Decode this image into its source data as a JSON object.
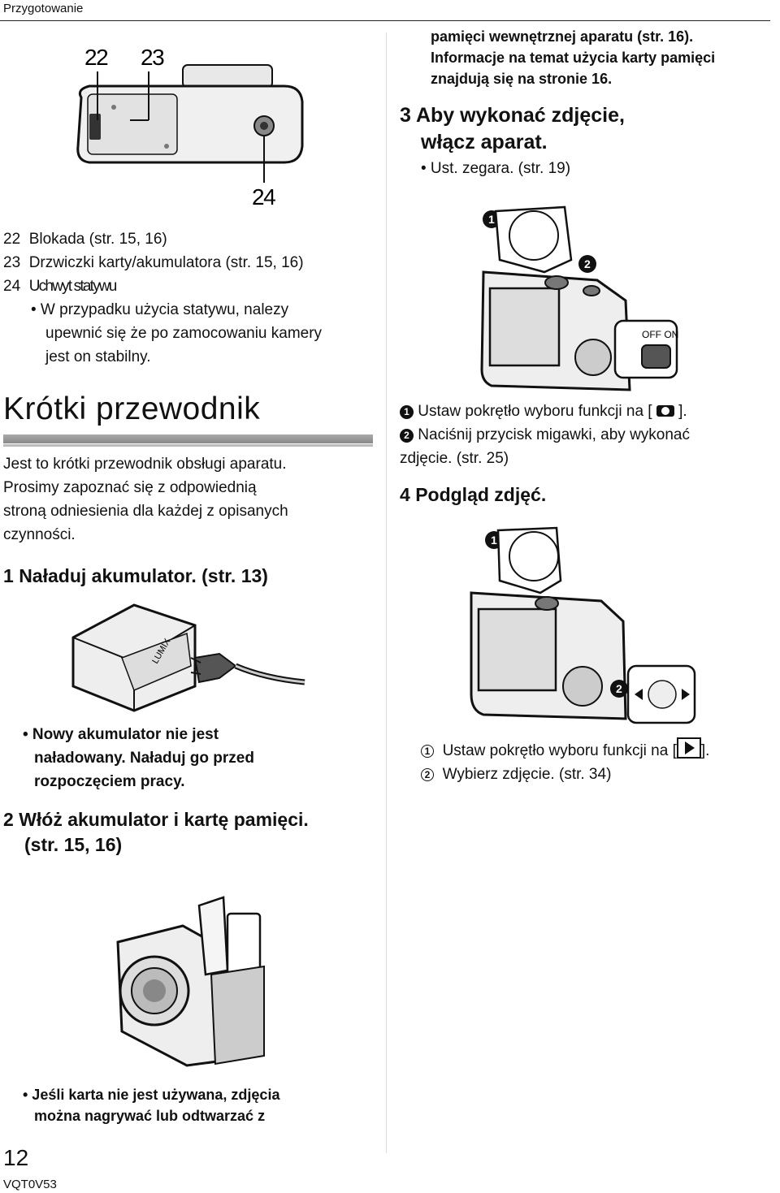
{
  "header": {
    "section": "Przygotowanie"
  },
  "figure_top": {
    "label_22": "22",
    "label_23": "23",
    "label_24": "24"
  },
  "parts": [
    {
      "num": "22",
      "text": "Blokada (str. 15, 16)"
    },
    {
      "num": "23",
      "text": "Drzwiczki karty/akumulatora (str. 15, 16)"
    },
    {
      "num": "24",
      "text": "Uchwyt statywu"
    }
  ],
  "tripod_note": [
    "• W przypadku użycia statywu, nalezy",
    "upewnić się że po zamocowaniu kamery",
    "jest on stabilny."
  ],
  "quick_guide": {
    "title": "Krótki przewodnik",
    "intro": [
      "Jest to krótki przewodnik obsługi aparatu.",
      "Prosimy zapoznać się z odpowiednią",
      "stroną odniesienia dla każdej z opisanych",
      "czynności."
    ]
  },
  "step1": {
    "num": "1",
    "text": "Naładuj akumulator. (str. 13)"
  },
  "charger_label": "LUMIX",
  "step1_note": [
    "• Nowy akumulator nie jest",
    "naładowany. Naładuj go przed",
    "rozpoczęciem pracy."
  ],
  "step2": {
    "num": "2",
    "line1": "Włóż akumulator i kartę pamięci.",
    "line2": "(str. 15, 16)"
  },
  "step2_note": [
    "• Jeśli karta nie jest używana, zdjęcia",
    "można nagrywać lub odtwarzać z"
  ],
  "right_top": [
    "pamięci wewnętrznej aparatu (str. 16).",
    "Informacje na temat użycia karty pamięci",
    "znajdują się na stronie 16."
  ],
  "step3": {
    "num": "3",
    "line1": "Aby wykonać zdjęcie,",
    "line2": "włącz aparat.",
    "note": "• Ust. zegara. (str. 19)"
  },
  "switch_label": "OFF  ON",
  "step3_items": [
    {
      "marker": "1",
      "text": "Ustaw pokrętło wyboru funkcji na [",
      "suffix": "]."
    },
    {
      "marker": "2",
      "text": "Naciśnij przycisk migawki, aby wykonać"
    },
    {
      "marker": "",
      "text": "zdjęcie. (str. 25)"
    }
  ],
  "step4": {
    "num": "4",
    "text": "Podgląd zdjęć."
  },
  "step4_items": [
    {
      "marker": "1",
      "text": "Ustaw pokrętło wyboru funkcji na [",
      "suffix": "]."
    },
    {
      "marker": "2",
      "text": "Wybierz zdjęcie. (str. 34)"
    }
  ],
  "footer": {
    "page": "12",
    "code": "VQT0V53"
  }
}
